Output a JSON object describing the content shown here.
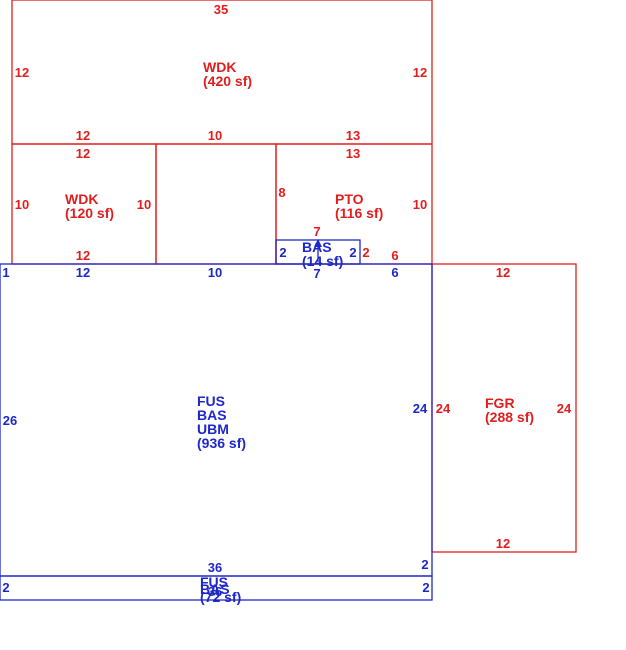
{
  "colors": {
    "red": "#e01e1e",
    "blue": "#1e28c8"
  },
  "areas": {
    "wdk_top": {
      "line1": "WDK",
      "line2": "(420 sf)"
    },
    "wdk_left": {
      "line1": "WDK",
      "line2": "(120 sf)"
    },
    "pto": {
      "line1": "PTO",
      "line2": "(116 sf)"
    },
    "bas_small": {
      "line1": "BAS",
      "line2": "(14 sf)"
    },
    "main": {
      "line1": "FUS",
      "line2": "BAS",
      "line3": "UBM",
      "line4": "(936 sf)"
    },
    "fgr": {
      "line1": "FGR",
      "line2": "(288 sf)"
    },
    "fus_bottom": {
      "line1": "FUS",
      "line2": "BAS",
      "line3": "(72 sf)"
    }
  },
  "dims": {
    "wdk_top_top": "35",
    "wdk_top_left": "12",
    "wdk_top_right": "12",
    "wdk_top_b1": "12",
    "wdk_top_b2": "10",
    "wdk_top_b3": "13",
    "wdk_left_top": "12",
    "wdk_left_left": "10",
    "wdk_left_right": "10",
    "wdk_left_bottom": "12",
    "pto_top": "13",
    "pto_left": "8",
    "pto_right": "10",
    "pto_inner": "7",
    "pto_corner": "2",
    "pto_bottom": "6",
    "bas_left": "2",
    "bas_right": "2",
    "bas_bottom": "7",
    "main_tl": "1",
    "main_t1": "12",
    "main_t2": "10",
    "main_t3": "6",
    "main_left": "26",
    "main_right": "24",
    "main_bottom": "36",
    "main_br": "2",
    "fgr_top": "12",
    "fgr_left": "24",
    "fgr_right": "24",
    "fgr_bottom": "12",
    "fb_left": "2",
    "fb_right": "2",
    "fb_bottom": "36"
  }
}
